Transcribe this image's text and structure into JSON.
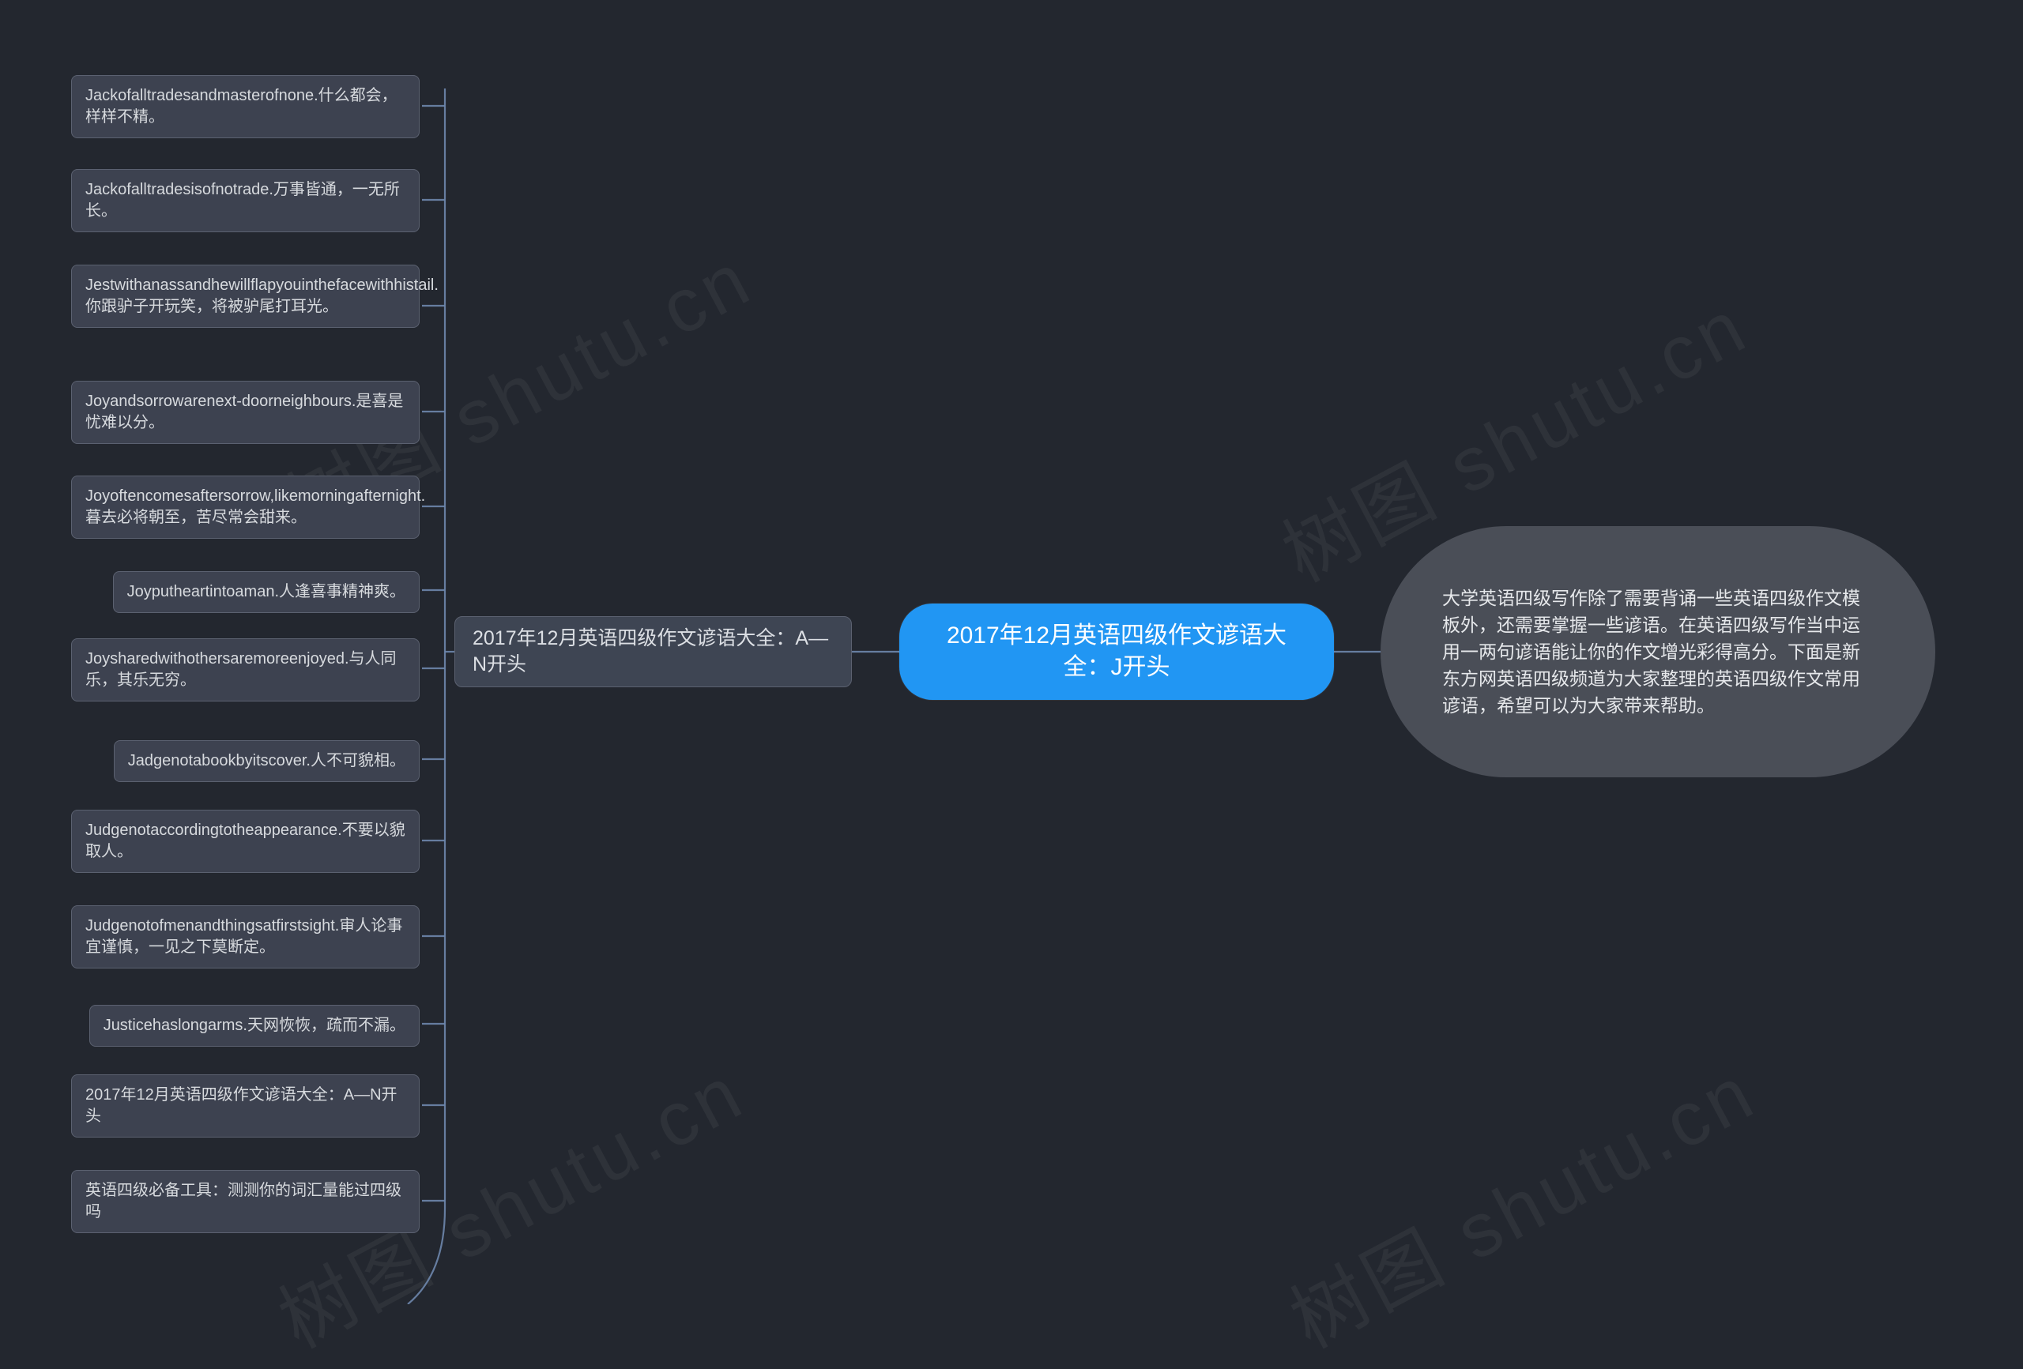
{
  "watermark": {
    "text": "树图 shutu.cn"
  },
  "colors": {
    "background": "#23272f",
    "node_bg": "#3d4250",
    "node_border": "#5b6170",
    "accent_blue": "#2196f3",
    "bubble_bg": "#4a4e57",
    "connector": "#6e87ad"
  },
  "center_node": {
    "text": "2017年12月英语四级作文谚语大全：J开头"
  },
  "parent_node": {
    "text": "2017年12月英语四级作文谚语大全：A—N开头"
  },
  "summary_bubble": {
    "text": "大学英语四级写作除了需要背诵一些英语四级作文模板外，还需要掌握一些谚语。在英语四级写作当中运用一两句谚语能让你的作文增光彩得高分。下面是新东方网英语四级频道为大家整理的英语四级作文常用谚语，希望可以为大家带来帮助。"
  },
  "left_nodes": [
    {
      "text": "Jackofalltradesandmasterofnone.什么都会，样样不精。"
    },
    {
      "text": "Jackofalltradesisofnotrade.万事皆通，一无所长。"
    },
    {
      "text": "Jestwithanassandhewillflapyouinthefacewithhistail.你跟驴子开玩笑，将被驴尾打耳光。"
    },
    {
      "text": "Joyandsorrowarenext-doorneighbours.是喜是忧难以分。"
    },
    {
      "text": "Joyoftencomesaftersorrow,likemorningafternight.暮去必将朝至，苦尽常会甜来。"
    },
    {
      "text": "Joyputheartintoaman.人逢喜事精神爽。"
    },
    {
      "text": "Joysharedwithothersaremoreenjoyed.与人同乐，其乐无穷。"
    },
    {
      "text": "Jadgenotabookbyitscover.人不可貌相。"
    },
    {
      "text": "Judgenotaccordingtotheappearance.不要以貌取人。"
    },
    {
      "text": "Judgenotofmenandthingsatfirstsight.审人论事宜谨慎，一见之下莫断定。"
    },
    {
      "text": "Justicehaslongarms.天网恢恢，疏而不漏。"
    },
    {
      "text": "2017年12月英语四级作文谚语大全：A—N开头"
    },
    {
      "text": "英语四级必备工具：测测你的词汇量能过四级吗"
    }
  ]
}
